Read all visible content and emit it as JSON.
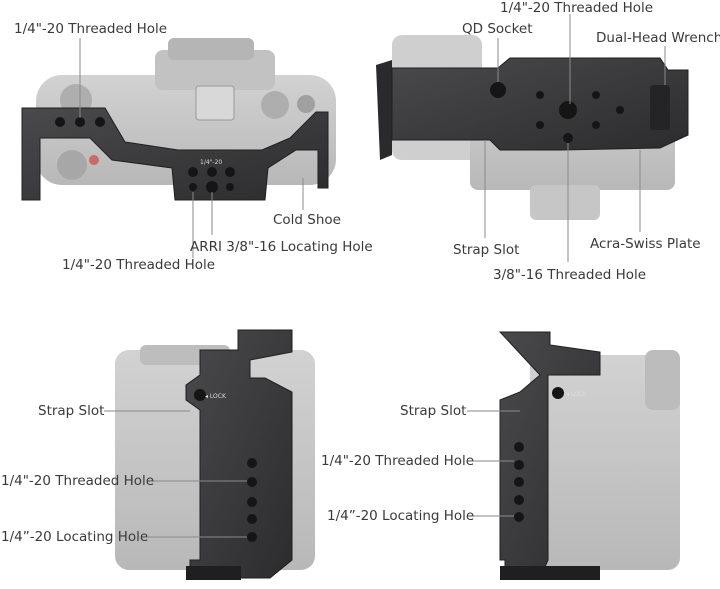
{
  "views": {
    "top_left": {
      "labels": {
        "threaded_hole_top": "1/4\"-20 Threaded Hole",
        "cold_shoe": "Cold Shoe",
        "arri_hole": "ARRI 3/8\"-16 Locating Hole",
        "threaded_hole_bottom": "1/4\"-20 Threaded Hole"
      }
    },
    "top_right": {
      "labels": {
        "threaded_hole": "1/4\"-20 Threaded Hole",
        "qd_socket": "QD Socket",
        "wrench": "Dual-Head Wrench",
        "strap_slot": "Strap Slot",
        "acra_plate": "Acra-Swiss Plate",
        "threaded_3_8": "3/8\"-16 Threaded Hole"
      }
    },
    "bottom_left": {
      "labels": {
        "strap_slot": "Strap Slot",
        "threaded_hole": "1/4\"-20 Threaded Hole",
        "locating_hole": "1/4”-20 Locating Hole"
      },
      "engraving": "◂ LOCK"
    },
    "bottom_right": {
      "labels": {
        "strap_slot": "Strap Slot",
        "threaded_hole": "1/4\"-20 Threaded Hole",
        "locating_hole": "1/4”-20 Locating Hole"
      },
      "engraving": "◂ LOCK"
    }
  },
  "plate_engraving": "1/4\"-20",
  "colors": {
    "camera_body": "#c9c9c9",
    "camera_dark": "#a9a9a9",
    "cage_metal": "#3b3b3d",
    "cage_edge": "#1f1f21",
    "text": "#3a3a3a",
    "leader": "#8a8a8a"
  }
}
